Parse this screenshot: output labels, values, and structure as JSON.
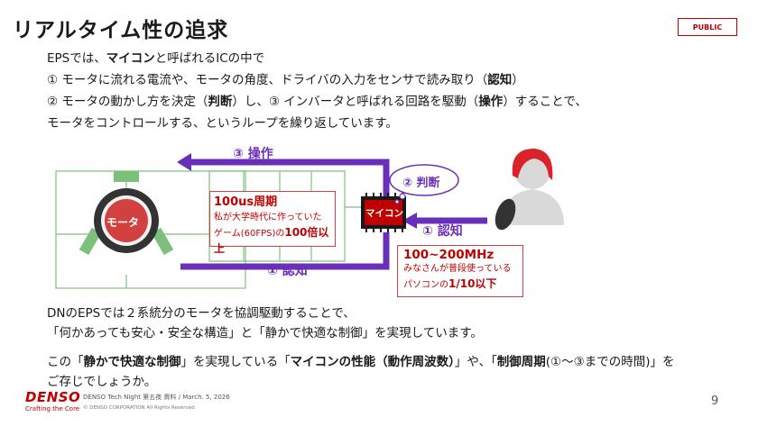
{
  "title": "リアルタイム性の追求",
  "badge": "PUBLIC",
  "intro": {
    "l1a": "EPSでは、",
    "l1b": "マイコン",
    "l1c": "と呼ばれるICの中で",
    "l2a": "① モータに流れる電流や、モータの角度、ドライバの入力をセンサで読み取り（",
    "l2b": "認知",
    "l2c": "）",
    "l3a": "② モータの動かし方を決定（",
    "l3b": "判断",
    "l3c": "）し、③ インバータと呼ばれる回路を駆動（",
    "l3d": "操作",
    "l3e": "）することで、",
    "l4": "モータをコントロールする、というループを繰り返しています。"
  },
  "diagram": {
    "operate": "③ 操作",
    "judge": "② 判断",
    "recognize_right": "① 認知",
    "recognize_bottom": "① 認知",
    "motor": "モータ",
    "mcu": "マイコン",
    "cycle_title": "100us周期",
    "cycle_line2": "私が大学時代に作っていた",
    "cycle_line3a": "ゲーム(60FPS)の",
    "cycle_line3b": "100倍以上",
    "mhz_title": "100~200MHz",
    "mhz_line2": "みなさんが普段使っている",
    "mhz_line3a": "パソコンの",
    "mhz_line3b": "1/10以下",
    "colors": {
      "purple": "#6a2fb8",
      "red": "#c00000",
      "green": "#7cc07c",
      "skin": "#d9d9d9",
      "hair": "#d8232a"
    }
  },
  "body": {
    "p1": "DNのEPSでは２系統分のモータを協調駆動することで、",
    "p2": "「何かあっても安心・安全な構造」と「静かで快適な制御」を実現しています。",
    "p3a": "この「",
    "p3b": "静かで快適な制御",
    "p3c": "」を実現している「",
    "p3d": "マイコンの性能（動作周波数）",
    "p3e": "」や、「",
    "p3f": "制御周期",
    "p3g": "(①～③までの時間)」を",
    "p4": "ご存じでしょうか。"
  },
  "footer": {
    "logo": "DENSO",
    "tagline": "Crafting the Core",
    "note": "DENSO Tech Night 第五夜 資料 / March. 5, 2026",
    "copyright": "© DENSO CORPORATION All Rights Reserved.",
    "page": "9"
  }
}
